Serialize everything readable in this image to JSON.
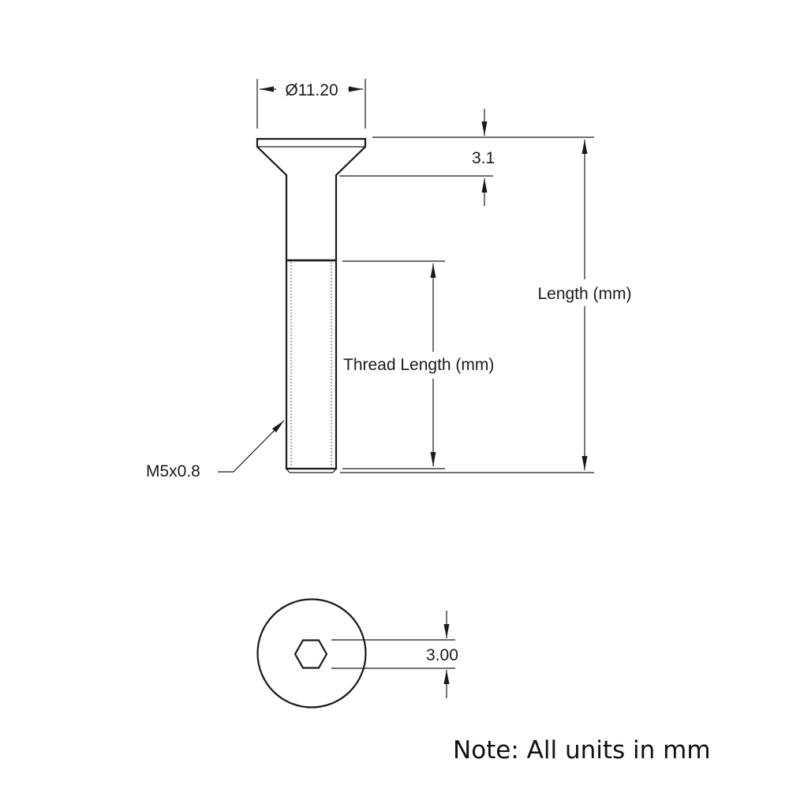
{
  "labels": {
    "head_diameter": "Ø11.20",
    "head_height": "3.1",
    "length": "Length (mm)",
    "thread_length": "Thread Length (mm)",
    "thread_spec": "M5x0.8",
    "hex_size": "3.00"
  },
  "note": "Note: All units in mm"
}
